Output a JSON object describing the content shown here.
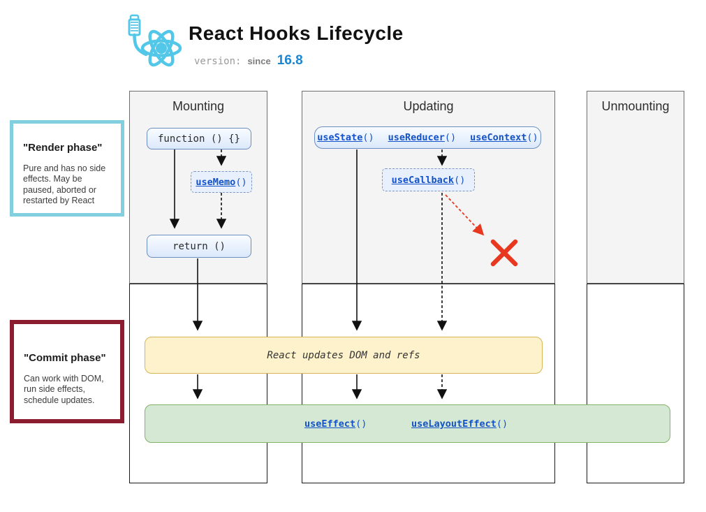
{
  "header": {
    "title": "React Hooks Lifecycle",
    "version_label": "version:",
    "since_label": "since",
    "version_number": "16.8"
  },
  "columns": {
    "mounting": "Mounting",
    "updating": "Updating",
    "unmounting": "Unmounting"
  },
  "notes": {
    "render": {
      "title": "\"Render phase\"",
      "body": "Pure and has no side effects. May be paused, aborted or restarted by React"
    },
    "commit": {
      "title": "\"Commit phase\"",
      "body": "Can work with DOM, run side effects, schedule updates."
    }
  },
  "nodes": {
    "function_box": "function () {}",
    "return_box": "return ()",
    "use_memo": {
      "name": "useMemo",
      "parens": "()"
    },
    "use_state": {
      "name": "useState",
      "parens": "()"
    },
    "use_reducer": {
      "name": "useReducer",
      "parens": "()"
    },
    "use_context": {
      "name": "useContext",
      "parens": "()"
    },
    "use_callback": {
      "name": "useCallback",
      "parens": "()"
    },
    "dom_update": "React updates DOM and refs",
    "use_effect": {
      "name": "useEffect",
      "parens": "()"
    },
    "use_layout_effect": {
      "name": "useLayoutEffect",
      "parens": "()"
    }
  },
  "colors": {
    "logo_blue": "#53c7e8",
    "link_blue": "#1352c8",
    "version_blue": "#1c86d1",
    "node_border_blue": "#6c8ebf",
    "yellow_bg": "#fdf2cb",
    "yellow_border": "#d6b656",
    "green_bg": "#d5e8d4",
    "green_border": "#82b366",
    "render_note_border": "#82cfe0",
    "commit_note_border": "#8c1c30",
    "error_red": "#e8381f"
  }
}
